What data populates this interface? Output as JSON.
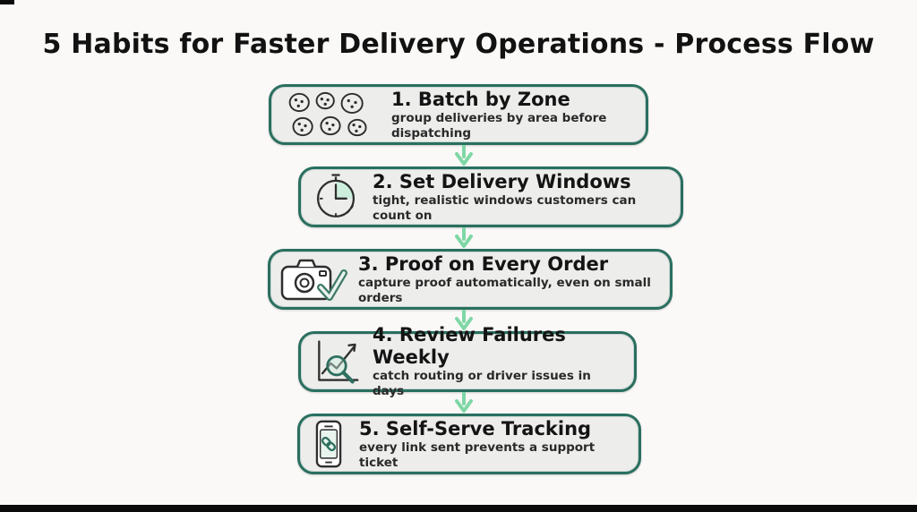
{
  "meta": {
    "background": "#faf9f7",
    "accent_border": "#2a6f5f",
    "box_fill": "#ededec",
    "arrow_color": "#7fd7a5",
    "title_color": "#121212",
    "footer_bar_color": "#0b0b0b",
    "flow_arrow_icon": "arrow-down-icon"
  },
  "title": "5 Habits for Faster Delivery Operations - Process Flow",
  "steps": [
    {
      "title": "1. Batch by Zone",
      "subtitle": "group deliveries by area before dispatching",
      "icon": "map-zones-icon"
    },
    {
      "title": "2. Set Delivery Windows",
      "subtitle": "tight, realistic windows customers can count on",
      "icon": "clock-icon"
    },
    {
      "title": "3. Proof on Every Order",
      "subtitle": "capture proof automatically, even on small orders",
      "icon": "camera-check-icon"
    },
    {
      "title": "4. Review Failures Weekly",
      "subtitle": "catch routing or driver issues in days",
      "icon": "chart-magnifier-icon"
    },
    {
      "title": "5. Self-Serve Tracking",
      "subtitle": "every link sent prevents a support ticket",
      "icon": "phone-link-icon"
    }
  ]
}
